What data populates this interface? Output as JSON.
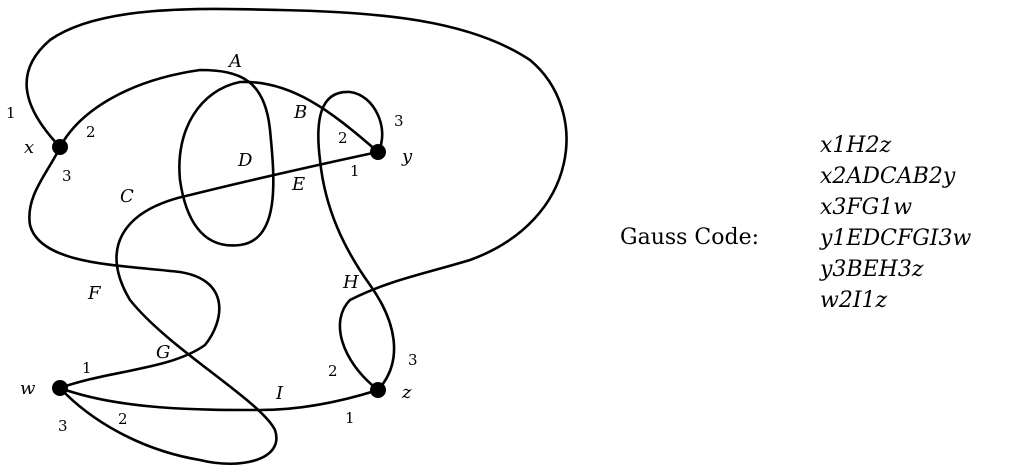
{
  "vertices": [
    {
      "name": "x",
      "label": "x",
      "ports": [
        "1",
        "2",
        "3"
      ]
    },
    {
      "name": "y",
      "label": "y",
      "ports": [
        "2",
        "3",
        "1"
      ]
    },
    {
      "name": "w",
      "label": "w",
      "ports": [
        "1",
        "2",
        "3"
      ]
    },
    {
      "name": "z",
      "label": "z",
      "ports": [
        "2",
        "3",
        "1"
      ]
    }
  ],
  "crossings": [
    "A",
    "B",
    "C",
    "D",
    "E",
    "F",
    "G",
    "H",
    "I"
  ],
  "gauss": {
    "label": "Gauss Code:",
    "codes": [
      "x1H2z",
      "x2ADCAB2y",
      "x3FG1w",
      "y1EDCFGI3w",
      "y3BEH3z",
      "w2I1z"
    ]
  }
}
